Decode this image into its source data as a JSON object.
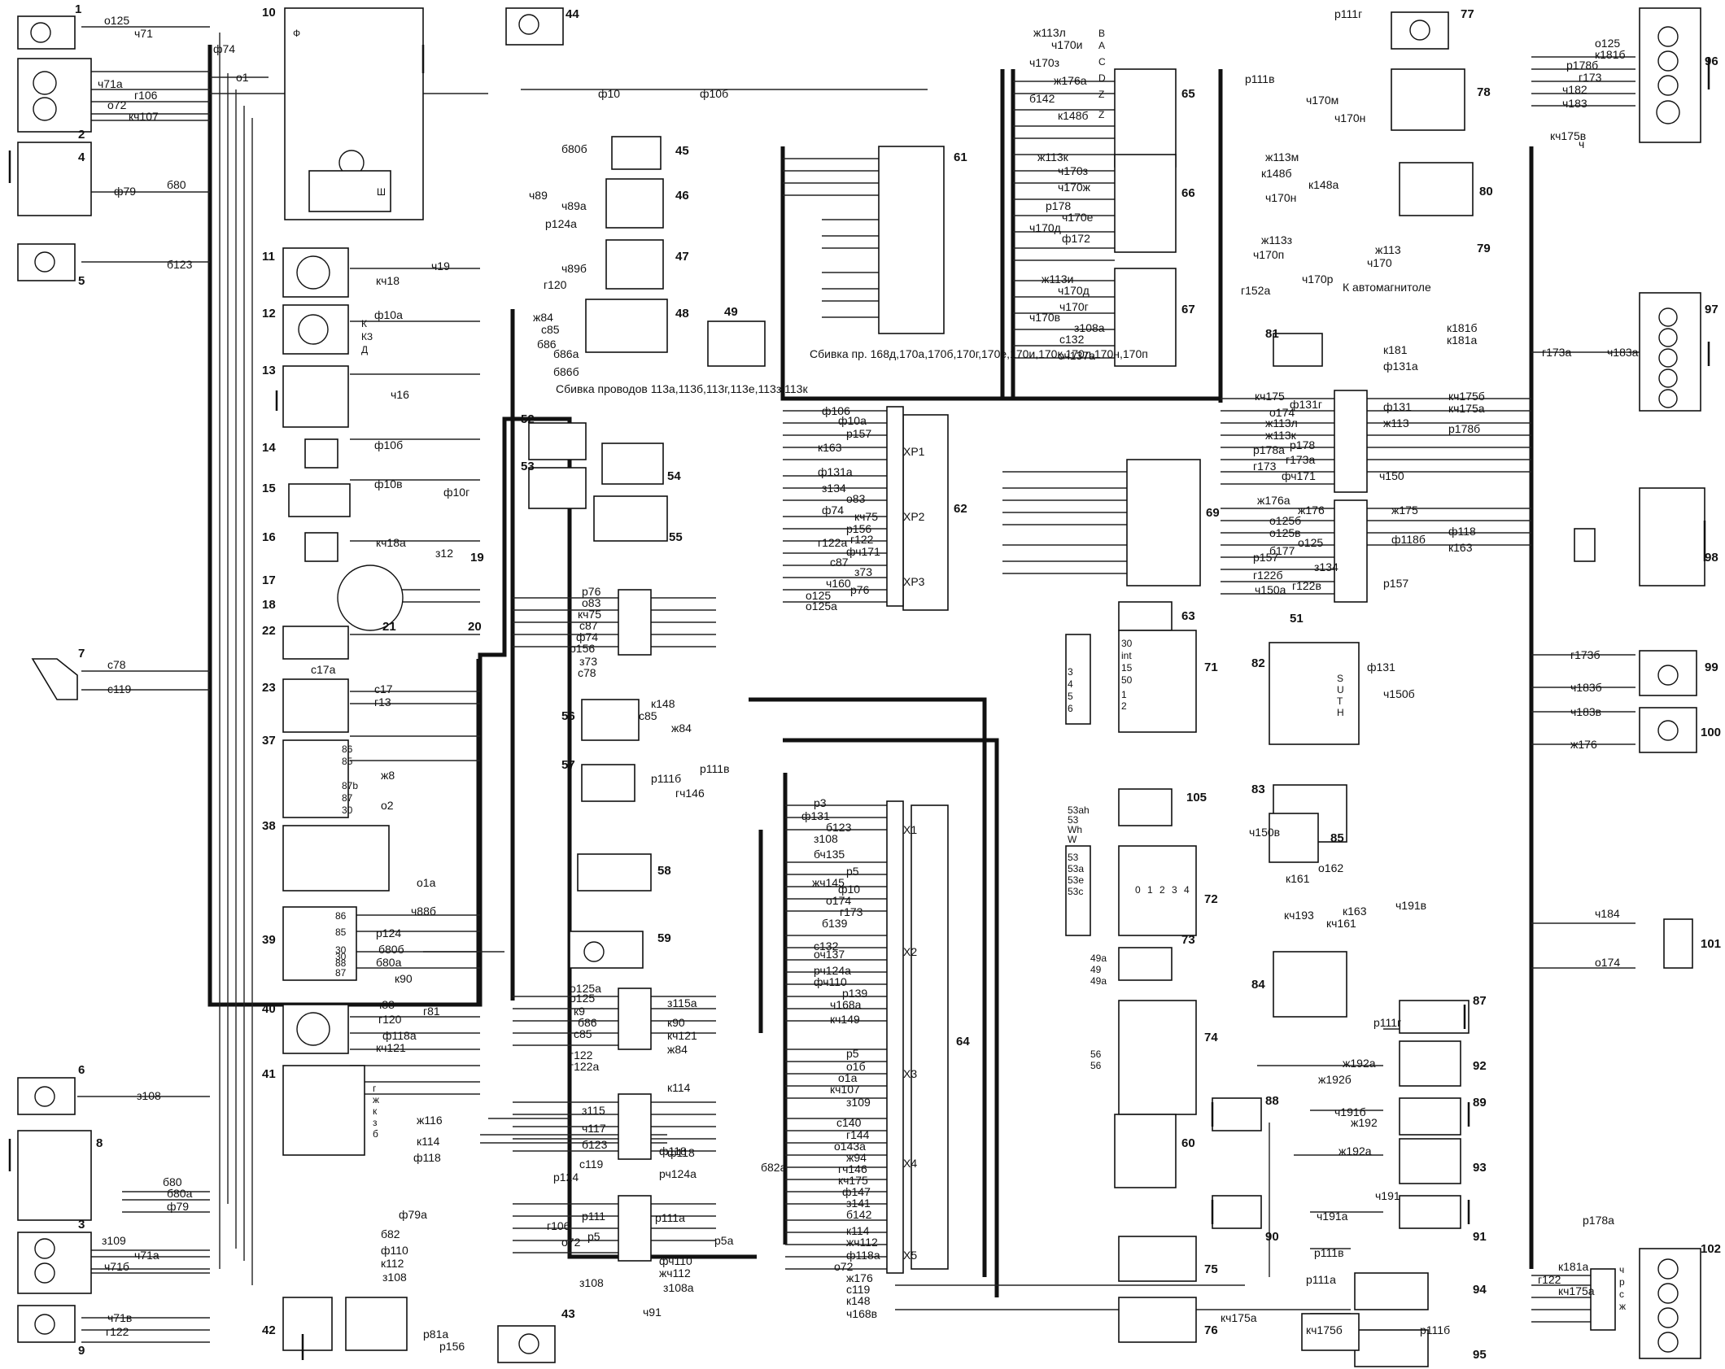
{
  "diagram": {
    "numbers": [
      "1",
      "2",
      "3",
      "4",
      "5",
      "6",
      "7",
      "8",
      "9",
      "10",
      "11",
      "12",
      "13",
      "14",
      "15",
      "16",
      "17",
      "18",
      "19",
      "20",
      "21",
      "22",
      "23",
      "37",
      "38",
      "39",
      "40",
      "41",
      "42",
      "43",
      "44",
      "45",
      "46",
      "47",
      "48",
      "49",
      "51",
      "52",
      "53",
      "54",
      "55",
      "56",
      "57",
      "58",
      "59",
      "60",
      "61",
      "62",
      "63",
      "64",
      "65",
      "66",
      "67",
      "69",
      "71",
      "72",
      "73",
      "74",
      "75",
      "76",
      "77",
      "78",
      "79",
      "80",
      "81",
      "82",
      "83",
      "84",
      "85",
      "87",
      "88",
      "89",
      "90",
      "91",
      "92",
      "93",
      "94",
      "95",
      "96",
      "97",
      "98",
      "99",
      "100",
      "101",
      "102",
      "105"
    ],
    "left_wires": [
      "о125",
      "ч71",
      "ч71а",
      "г106",
      "о72",
      "кч107",
      "ф79",
      "б80",
      "б123",
      "с78",
      "с119",
      "з108",
      "б80",
      "б80а",
      "ф79",
      "ф79а",
      "з109",
      "б82",
      "ф110",
      "к112",
      "ч71а",
      "ч71б",
      "ч71в",
      "г122",
      "з108"
    ],
    "center_wires": [
      "ф74",
      "о1",
      "ф10",
      "ф10б",
      "б80б",
      "ч89",
      "ч89а",
      "р124а",
      "ч89б",
      "г120",
      "ж84",
      "с85",
      "б86",
      "б86а",
      "б86б",
      "кч18",
      "ч19",
      "ф10а",
      "ч16",
      "ф10б",
      "ф10в",
      "ф10г",
      "кч18а",
      "з12",
      "с17а",
      "с17",
      "г13",
      "ж8",
      "о2",
      "ч88б",
      "о1а",
      "р124",
      "б80б",
      "б80а",
      "к90",
      "ч88",
      "г81",
      "г120",
      "ф118а",
      "кч121",
      "ж116",
      "к114",
      "ф118",
      "р81а",
      "р156"
    ],
    "mid_wires": [
      "р76",
      "о83",
      "кч75",
      "с87",
      "ф74",
      "р156",
      "з73",
      "с78",
      "к148",
      "с85",
      "ж84",
      "р111б",
      "р111в",
      "гч146",
      "о125а",
      "о125",
      "к9",
      "б86",
      "с85",
      "г122",
      "г122а",
      "з115",
      "ч117",
      "б123",
      "с119",
      "р124",
      "ф118",
      "рч124а",
      "о72",
      "г106",
      "р5",
      "р5а",
      "р111",
      "р111а",
      "фч110",
      "жч112",
      "з108",
      "з108а",
      "ч91",
      "б82а",
      "з115а",
      "ф118",
      "к114",
      "ж84",
      "кч121",
      "к90"
    ],
    "connectors": [
      "XP1",
      "XP2",
      "XP3",
      "X1",
      "X2",
      "X3",
      "X4",
      "X5"
    ],
    "right_wires": [
      "ж113л",
      "ч170и",
      "ч170з",
      "ж176а",
      "б142",
      "к148б",
      "ж113к",
      "ч170з",
      "ч170ж",
      "р178",
      "ч170е",
      "ч170д",
      "ф172",
      "ж113и",
      "ч170д",
      "ч170г",
      "ч170в",
      "з108а",
      "с132",
      "оч137а",
      "р111г",
      "р111в",
      "ч170м",
      "ч170н",
      "ж113м",
      "к148б",
      "к148а",
      "ч170н",
      "ж113з",
      "ж113",
      "ч170",
      "ч170п",
      "г152а",
      "ч170р",
      "к181",
      "к181б",
      "к181а",
      "ф131а",
      "кч175",
      "кч175б",
      "кч175а",
      "о174",
      "ф131г",
      "ф131",
      "ж113л",
      "ж113",
      "ж113к",
      "р178",
      "р178б",
      "р178а",
      "г173",
      "г173а",
      "фч171",
      "ч150",
      "ж176а",
      "ж176",
      "ж175",
      "о125б",
      "о125в",
      "б177",
      "ф118б",
      "о125",
      "ф118",
      "к163",
      "р157",
      "з134",
      "г122б",
      "г122в",
      "ч150а",
      "р157",
      "ф131",
      "ч150б",
      "ч150в",
      "к161",
      "о162",
      "к163",
      "кч161",
      "кч193",
      "ч191в",
      "р111г",
      "ж192а",
      "ж192б",
      "ч191б",
      "ж192",
      "ж192а",
      "ч191а",
      "ч191",
      "р111в",
      "р111б",
      "р111а",
      "кч175б",
      "кч175а",
      "о125",
      "к181б",
      "р178б",
      "г173",
      "ч182",
      "ч183",
      "кч175в",
      "ч",
      "г173а",
      "ч183а",
      "г173б",
      "ч183б",
      "ч183в",
      "ж176",
      "ч184",
      "о174",
      "р178а",
      "к181а",
      "г122",
      "кч175а"
    ],
    "terminals_x": [
      "р3",
      "ф131",
      "б123",
      "з108",
      "бч135",
      "р5",
      "жч145",
      "ф10",
      "о174",
      "г173",
      "б139",
      "с132",
      "оч137",
      "рч124а",
      "фч110",
      "р139",
      "ч168а",
      "кч149",
      "р5",
      "о1б",
      "о1а",
      "кч107",
      "з109",
      "с140",
      "г144",
      "о143а",
      "ж94",
      "гч146",
      "кч175",
      "ф147",
      "з141",
      "б142",
      "к114",
      "жч112",
      "ф118а",
      "о72",
      "ж176",
      "с119",
      "к148",
      "ч168в"
    ],
    "terminals_xp": [
      "ф106",
      "ф10а",
      "р157",
      "к163",
      "ф131а",
      "з134",
      "о83",
      "ф74",
      "кч75",
      "р156",
      "г122",
      "г122а",
      "фч171",
      "с87",
      "з73",
      "ч160",
      "о125",
      "о125а",
      "р76"
    ],
    "relay_pins": [
      "86",
      "85",
      "87b",
      "87",
      "30",
      "30",
      "86",
      "85",
      "30",
      "88",
      "87"
    ],
    "switch_pins": [
      "30",
      "int",
      "15",
      "50",
      "1",
      "2",
      "3",
      "4",
      "5",
      "6",
      "53аh",
      "53",
      "Wh",
      "W",
      "53",
      "53а",
      "53е",
      "53с",
      "0",
      "1",
      "2",
      "3",
      "4",
      "49а",
      "49",
      "49а",
      "56",
      "56"
    ],
    "notes": [
      "Сбивка проводов 113а,113б,113г,113е,113з,113к",
      "Сбивка пр. 168д,170а,170б,170г,170е,170и,170к,170л,170н,170п",
      "К автомагнитоле"
    ],
    "pin_letters": [
      "В",
      "А",
      "С",
      "D",
      "Z",
      "Z",
      "К",
      "КЗ",
      "Д",
      "Ф",
      "Ш",
      "S",
      "U",
      "T",
      "H",
      "г",
      "ж",
      "к",
      "з",
      "б",
      "ч",
      "р",
      "с",
      "ж"
    ]
  }
}
